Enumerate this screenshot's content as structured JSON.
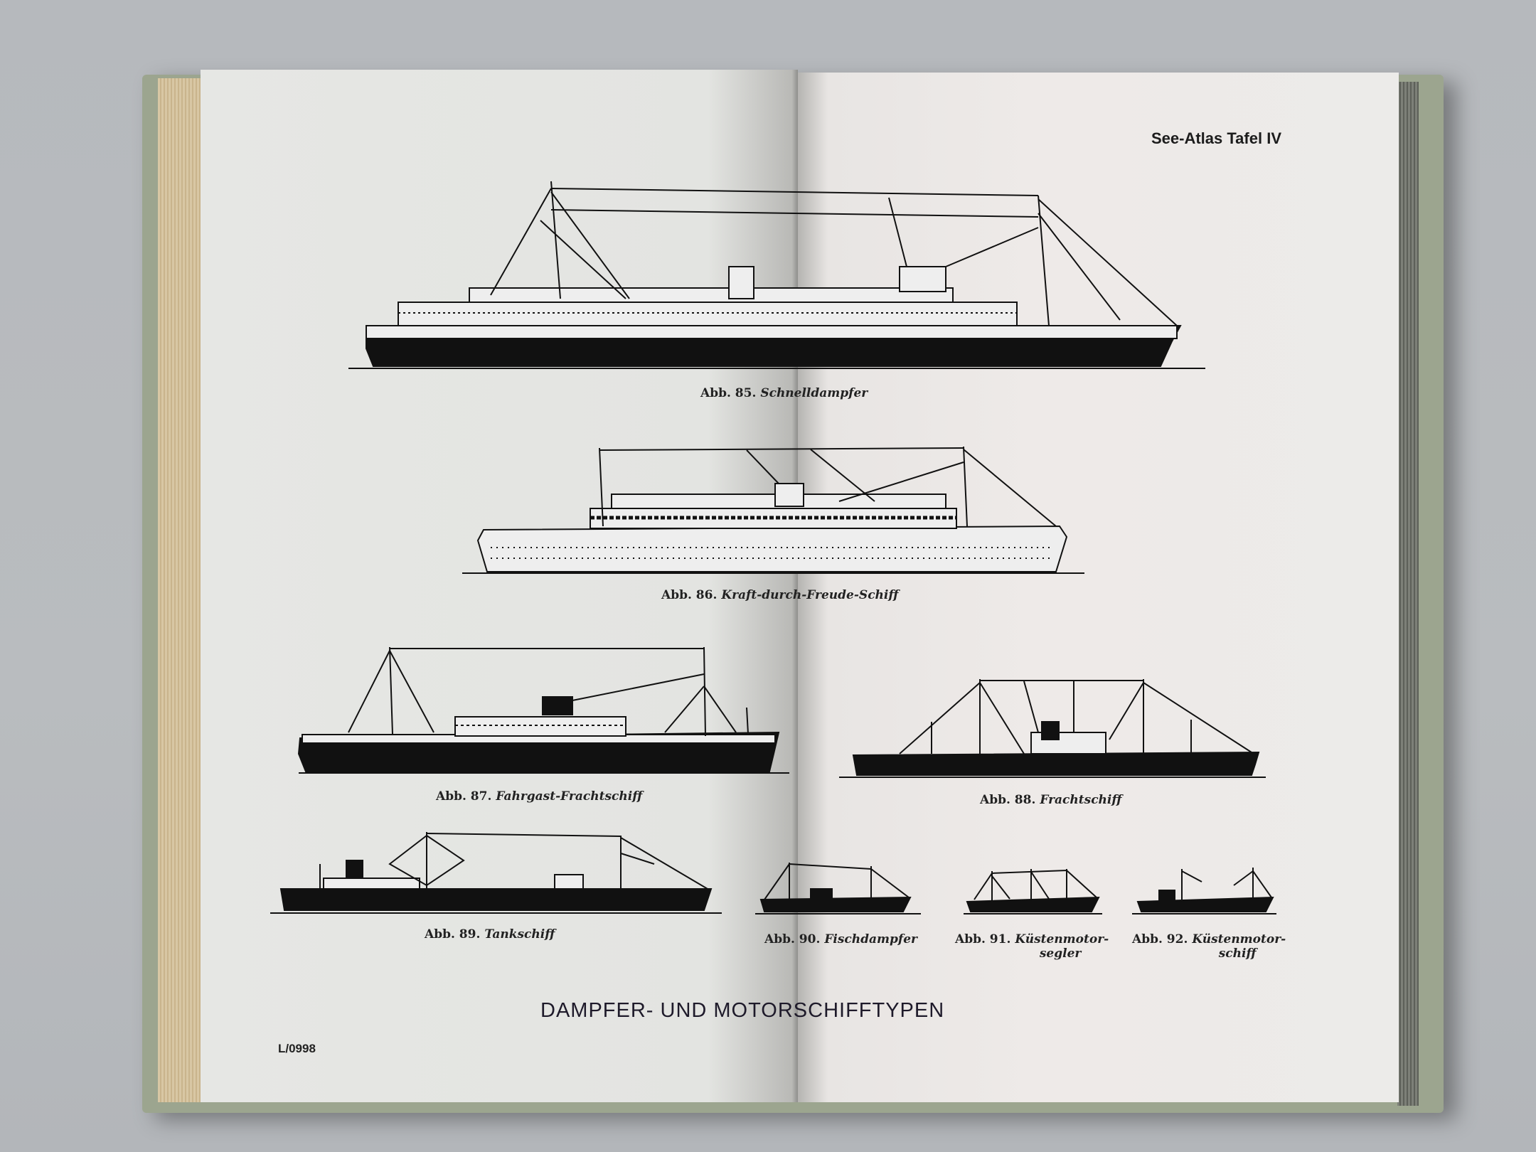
{
  "plate_label": "See-Atlas Tafel IV",
  "page_title": "DAMPFER- UND MOTORSCHIFFTYPEN",
  "print_code": "L/0998",
  "figures": [
    {
      "abb": "Abb. 85.",
      "name": "Schnelldampfer"
    },
    {
      "abb": "Abb. 86.",
      "name": "Kraft-durch-Freude-Schiff"
    },
    {
      "abb": "Abb. 87.",
      "name": "Fahrgast-Frachtschiff"
    },
    {
      "abb": "Abb. 88.",
      "name": "Frachtschiff"
    },
    {
      "abb": "Abb. 89.",
      "name": "Tankschiff"
    },
    {
      "abb": "Abb. 90.",
      "name": "Fischdampfer"
    },
    {
      "abb": "Abb. 91.",
      "name": "Küstenmotor-",
      "name2": "segler"
    },
    {
      "abb": "Abb. 92.",
      "name": "Küstenmotor-",
      "name2": "schiff"
    }
  ]
}
